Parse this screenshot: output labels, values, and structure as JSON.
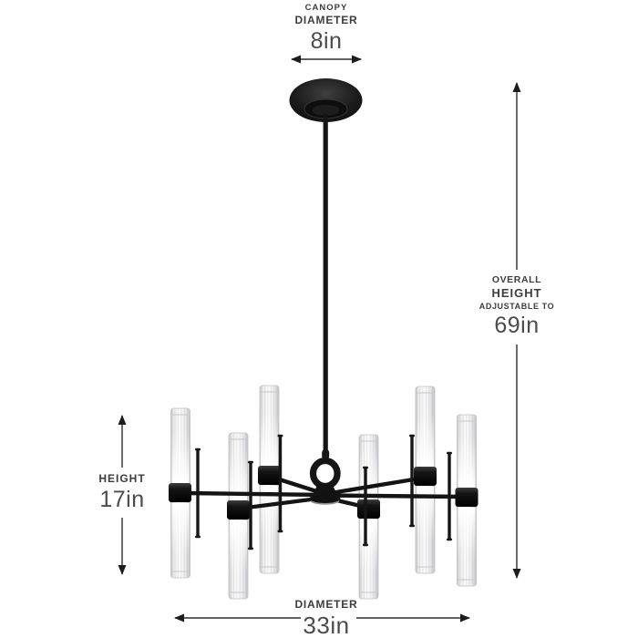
{
  "annotations": {
    "canopy": {
      "line1": "CANOPY",
      "line2": "DIAMETER",
      "value": "8in"
    },
    "overall": {
      "line1": "OVERALL",
      "line2": "HEIGHT",
      "line3": "ADJUSTABLE TO",
      "value": "69in"
    },
    "height": {
      "label": "HEIGHT",
      "value": "17in"
    },
    "diameter": {
      "label": "DIAMETER",
      "value": "33in"
    }
  },
  "colors": {
    "background": "#ffffff",
    "dimension_line": "#2d2d2d",
    "label_text": "#3d3d3d",
    "value_text": "#4b4b4b",
    "fixture_black": "#141414",
    "glass_white": "#f7f7f7"
  }
}
